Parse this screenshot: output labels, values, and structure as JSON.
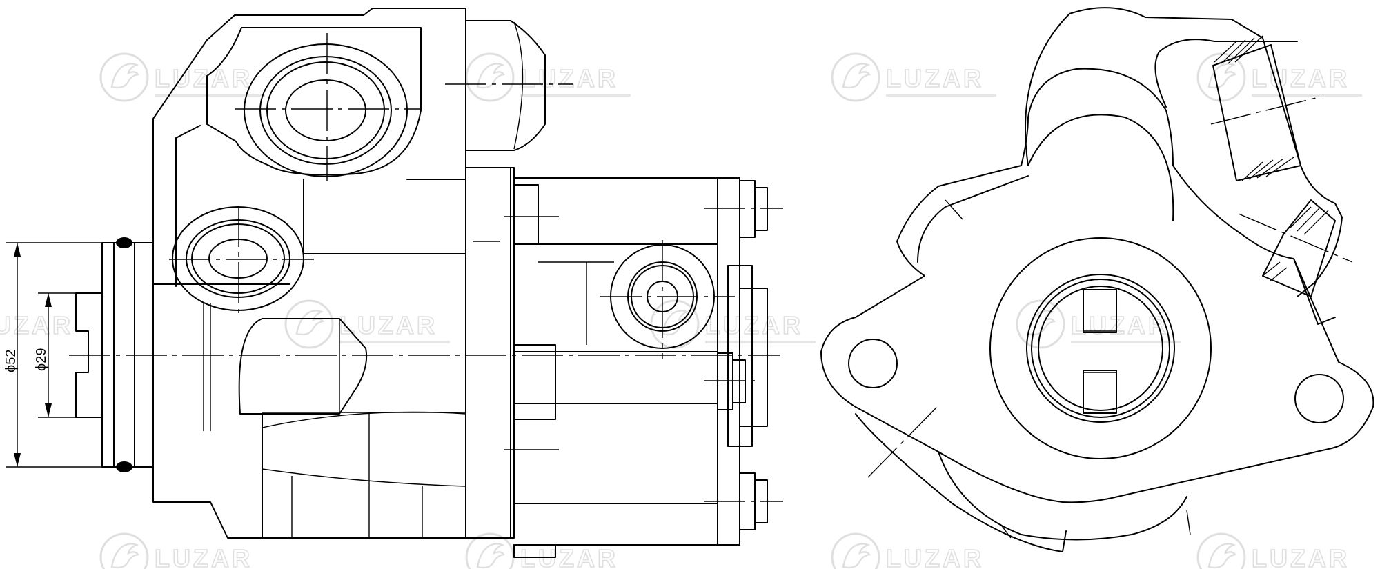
{
  "watermark": {
    "brand": "LUZAR",
    "logo_icon": "eagle-head-logo"
  },
  "dimensions": {
    "outer_diameter": "ϕ52",
    "inner_diameter": "ϕ29"
  },
  "colors": {
    "line": "#000000",
    "background": "#ffffff",
    "watermark": "#555555"
  }
}
